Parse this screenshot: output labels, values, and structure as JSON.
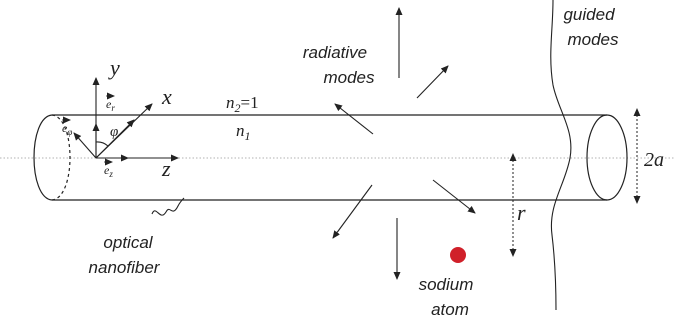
{
  "labels": {
    "guided_modes": [
      "guided",
      "modes"
    ],
    "radiative_modes": [
      "radiative",
      "modes"
    ],
    "optical_nanofiber": [
      "optical",
      "nanofiber"
    ],
    "sodium_atom": [
      "sodium",
      "atom"
    ],
    "n2": {
      "base": "n",
      "sub": "2",
      "tail": "=1"
    },
    "n1": {
      "base": "n",
      "sub": "1"
    },
    "axis_y": "y",
    "axis_x": "x",
    "axis_z": "z",
    "radius_r": "r",
    "diameter": "2a",
    "vec_r": {
      "base": "e",
      "sub": "r"
    },
    "vec_phi": {
      "base": "e",
      "sub": "φ"
    },
    "vec_z": {
      "base": "e",
      "sub": "z"
    },
    "phi": "φ"
  },
  "colors": {
    "line": "#222222",
    "atom": "#d0202a",
    "axis_dotted": "#888888"
  }
}
